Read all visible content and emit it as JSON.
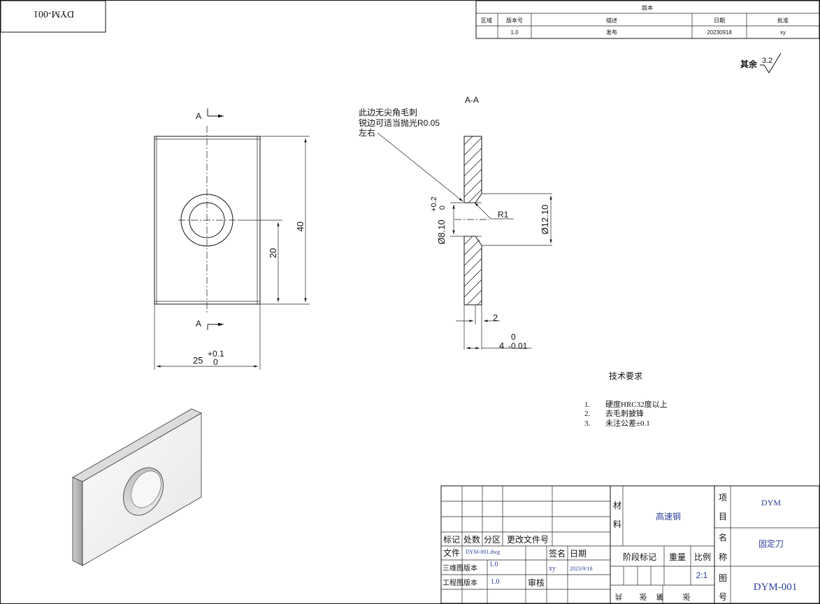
{
  "drawing_id_stamp": "DYM-001",
  "revision_table": {
    "title": "版本",
    "headers": [
      "区域",
      "版本号",
      "描述",
      "日期",
      "批准"
    ],
    "rows": [
      [
        "",
        "1.0",
        "发布",
        "20230918",
        "xy"
      ]
    ]
  },
  "surface_finish": {
    "label": "其余",
    "value": "3.2"
  },
  "front_view": {
    "section_mark_top": "A",
    "section_mark_bottom": "A",
    "dim_height": "40",
    "dim_center": "20",
    "dim_width": "25",
    "tol_width_upper": "+0.1",
    "tol_width_lower": "0"
  },
  "section_view": {
    "title": "A-A",
    "note_lines": [
      "此边无尖角毛刺",
      "锐边可适当抛光R0.05",
      "左右"
    ],
    "radius": "R1",
    "bore_dia": "Ø12.10",
    "hole_dia": "Ø8.10",
    "hole_tol_upper": "+0.2",
    "hole_tol_lower": "0",
    "step_depth": "2",
    "thickness": "4",
    "thickness_tol_upper": "0",
    "thickness_tol_lower": "-0.01"
  },
  "tech_requirements": {
    "title": "技术要求",
    "items": [
      {
        "num": "1.",
        "text": "硬度HRC32度以上"
      },
      {
        "num": "2.",
        "text": "去毛刺披锋"
      },
      {
        "num": "3.",
        "text": "未注公差±0.1"
      }
    ]
  },
  "title_block": {
    "material_label_1": "材",
    "material_label_2": "料",
    "material": "高速钢",
    "project_label_1": "项",
    "project_label_2": "目",
    "project": "DYM",
    "name_label_1": "名",
    "name_label_2": "称",
    "name": "固定刀",
    "drawing_no_label_1": "图",
    "drawing_no_label_2": "号",
    "drawing_no": "DYM-001",
    "stage_label": "阶段标记",
    "weight_label": "重量",
    "scale_label": "比例",
    "scale": "2:1",
    "sheets_total": "共",
    "sheets_total_unit": "张",
    "sheet_no": "第",
    "sheet_no_unit": "张",
    "rev_mark": "标记",
    "rev_qty": "处数",
    "rev_zone": "分区",
    "rev_doc": "更改文件号",
    "sign_label": "签名",
    "date_label": "日期",
    "file_label": "文件",
    "file_value": "DYM-001.dwg",
    "design_version_label": "三维图版本",
    "design_version": "1.0",
    "design_signer": "xy",
    "design_date": "2023/9/18",
    "drawing_version_label": "工程图版本",
    "drawing_version": "1.0",
    "review_label": "审核"
  }
}
